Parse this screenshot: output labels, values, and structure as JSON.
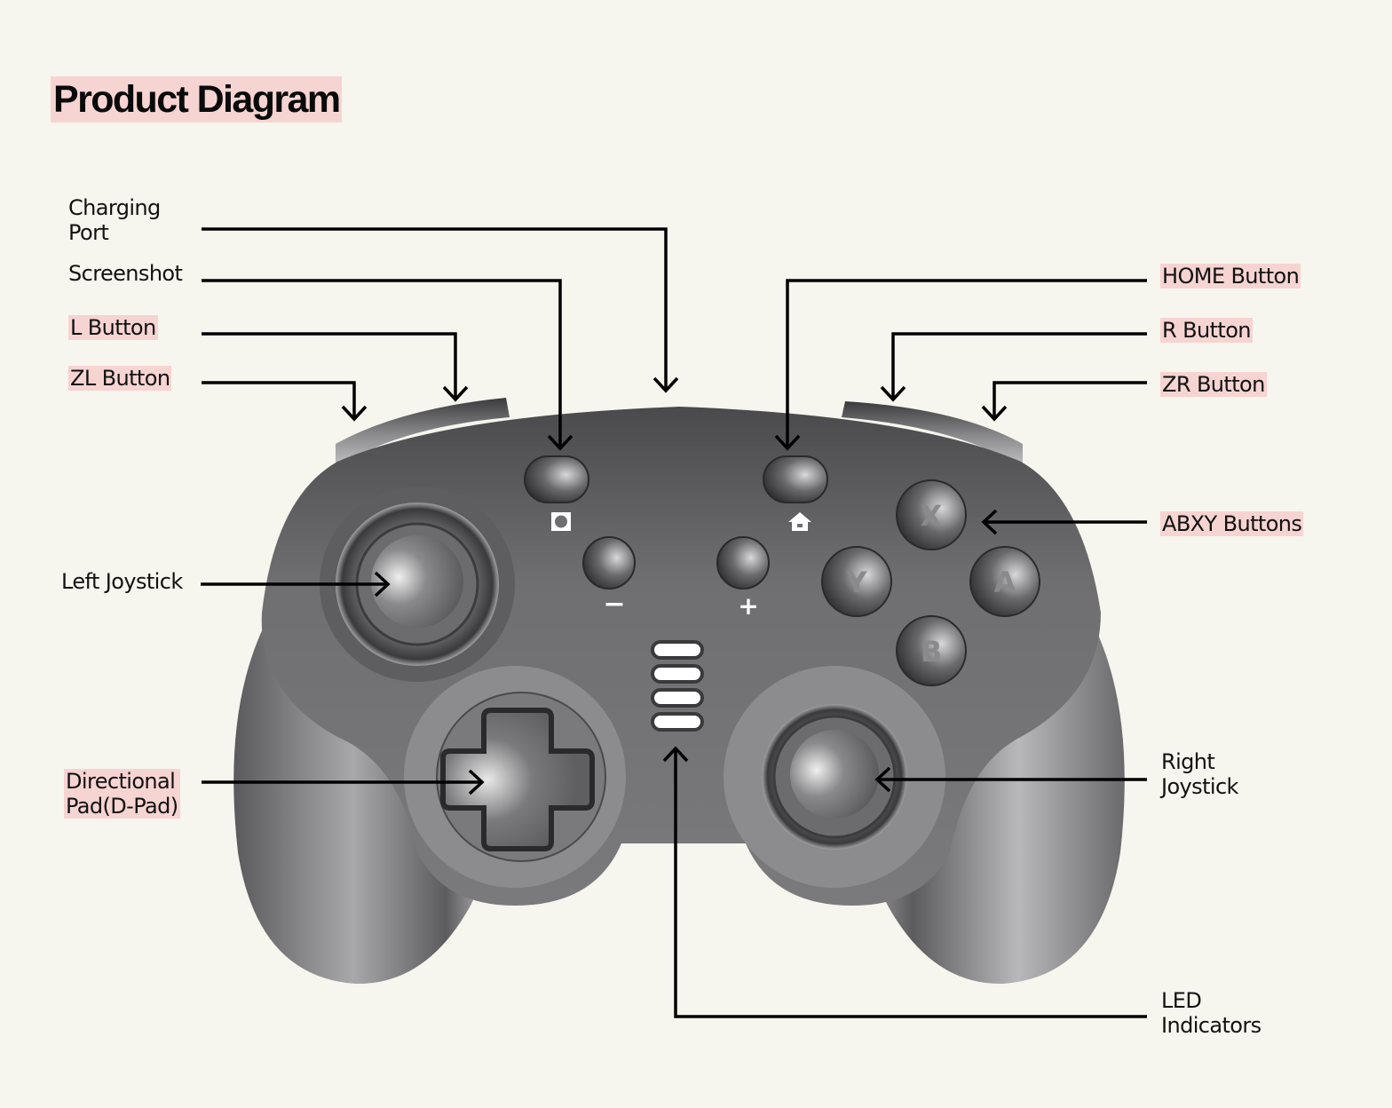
{
  "title": "Product Diagram",
  "colors": {
    "background": "#f6f5ee",
    "highlight": "#f6d4d2",
    "text": "#111111",
    "leader_line": "#000000",
    "controller_body": "#6e6e70"
  },
  "labels": {
    "charging_port": "Charging\nPort",
    "screenshot": "Screenshot",
    "l_button": "L Button",
    "zl_button": "ZL Button",
    "left_joystick": "Left Joystick",
    "dpad": "Directional\nPad(D-Pad)",
    "home_button": "HOME Button",
    "r_button": "R Button",
    "zr_button": "ZR Button",
    "abxy_buttons": "ABXY Buttons",
    "right_joystick": "Right\nJoystick",
    "led_indicators": "LED\nIndicators"
  },
  "button_glyphs": {
    "x": "X",
    "y": "Y",
    "a": "A",
    "b": "B",
    "minus": "−",
    "plus": "+"
  },
  "icons": {
    "screenshot": "screenshot-icon",
    "home": "home-icon"
  },
  "led_count": 4
}
